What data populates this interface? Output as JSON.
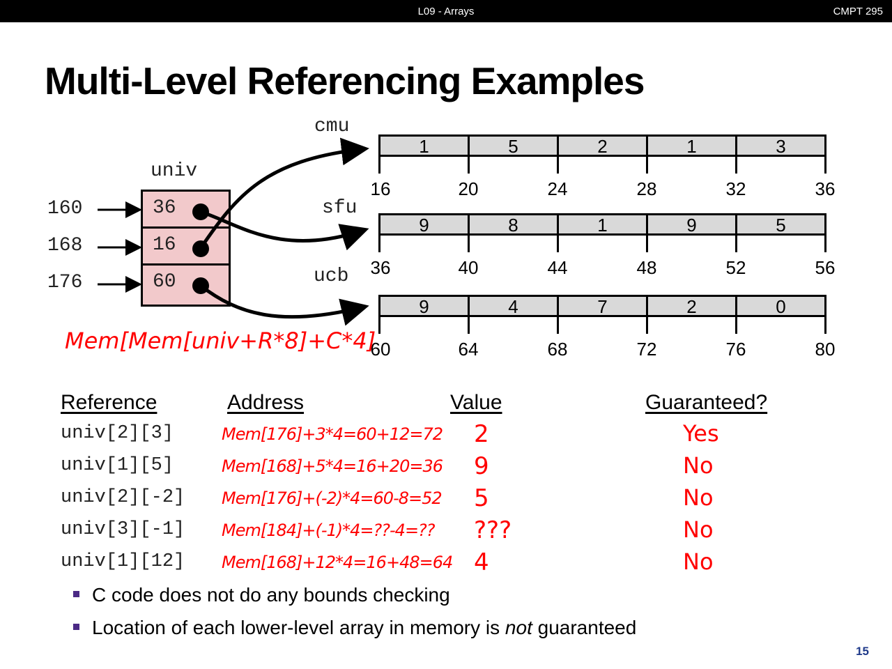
{
  "header": {
    "title": "L09 - Arrays",
    "course": "CMPT 295"
  },
  "slide": {
    "title": "Multi-Level Referencing Examples",
    "page": "15"
  },
  "diagram": {
    "univ_label": "univ",
    "pointers": [
      {
        "addr": "160",
        "value": "36"
      },
      {
        "addr": "168",
        "value": "16"
      },
      {
        "addr": "176",
        "value": "60"
      }
    ],
    "arrays": [
      {
        "name": "cmu",
        "values": [
          "1",
          "5",
          "2",
          "1",
          "3"
        ],
        "addresses": [
          "16",
          "20",
          "24",
          "28",
          "32",
          "36"
        ]
      },
      {
        "name": "sfu",
        "values": [
          "9",
          "8",
          "1",
          "9",
          "5"
        ],
        "addresses": [
          "36",
          "40",
          "44",
          "48",
          "52",
          "56"
        ]
      },
      {
        "name": "ucb",
        "values": [
          "9",
          "4",
          "7",
          "2",
          "0"
        ],
        "addresses": [
          "60",
          "64",
          "68",
          "72",
          "76",
          "80"
        ]
      }
    ],
    "formula": "Mem[Mem[univ+R*8]+C*4]"
  },
  "table": {
    "headers": {
      "reference": "Reference",
      "address": "Address",
      "value": "Value",
      "guaranteed": "Guaranteed?"
    },
    "rows": [
      {
        "reference": "univ[2][3]",
        "address": "Mem[176]+3*4=60+12=72",
        "value": "2",
        "guaranteed": "Yes"
      },
      {
        "reference": "univ[1][5]",
        "address": "Mem[168]+5*4=16+20=36",
        "value": "9",
        "guaranteed": "No"
      },
      {
        "reference": "univ[2][-2]",
        "address": "Mem[176]+(-2)*4=60-8=52",
        "value": "5",
        "guaranteed": "No"
      },
      {
        "reference": "univ[3][-1]",
        "address": "Mem[184]+(-1)*4=??-4=??",
        "value": "???",
        "guaranteed": "No"
      },
      {
        "reference": "univ[1][12]",
        "address": "Mem[168]+12*4=16+48=64",
        "value": "4",
        "guaranteed": "No"
      }
    ]
  },
  "bullets": [
    "C code does not do any bounds checking",
    "Location of each lower-level array in memory is ",
    "not",
    " guaranteed"
  ]
}
